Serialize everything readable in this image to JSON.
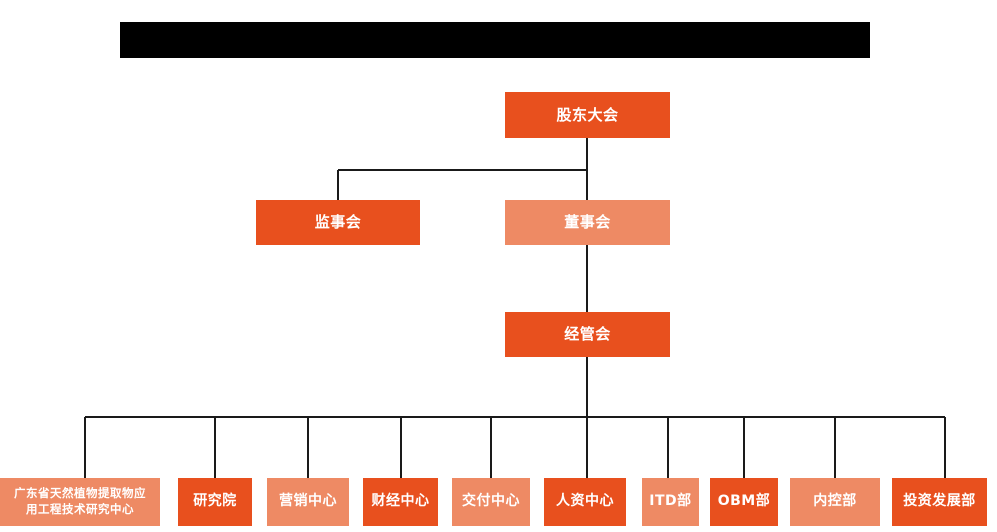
{
  "meta": {
    "chart_title_redacted": true,
    "orientation": "top-down"
  },
  "colors": {
    "dark_orange": "#E8501E",
    "light_orange": "#EE8A64",
    "connector": "#1a1a1a",
    "banner": "#000000",
    "text": "#FFFFFF",
    "background": "#FFFFFF"
  },
  "banner": {
    "label": ""
  },
  "nodes": {
    "shareholders": {
      "label": "股东大会",
      "tone": "dark"
    },
    "supervisors": {
      "label": "监事会",
      "tone": "dark"
    },
    "directors": {
      "label": "董事会",
      "tone": "light"
    },
    "management": {
      "label": "经管会",
      "tone": "dark"
    }
  },
  "departments": [
    {
      "label": "广东省天然植物提取物应\n用工程技术研究中心",
      "tone": "light"
    },
    {
      "label": "研究院",
      "tone": "dark"
    },
    {
      "label": "营销中心",
      "tone": "light"
    },
    {
      "label": "财经中心",
      "tone": "dark"
    },
    {
      "label": "交付中心",
      "tone": "light"
    },
    {
      "label": "人资中心",
      "tone": "dark"
    },
    {
      "label": "ITD部",
      "tone": "light"
    },
    {
      "label": "OBM部",
      "tone": "dark"
    },
    {
      "label": "内控部",
      "tone": "light"
    },
    {
      "label": "投资发展部",
      "tone": "dark"
    }
  ]
}
